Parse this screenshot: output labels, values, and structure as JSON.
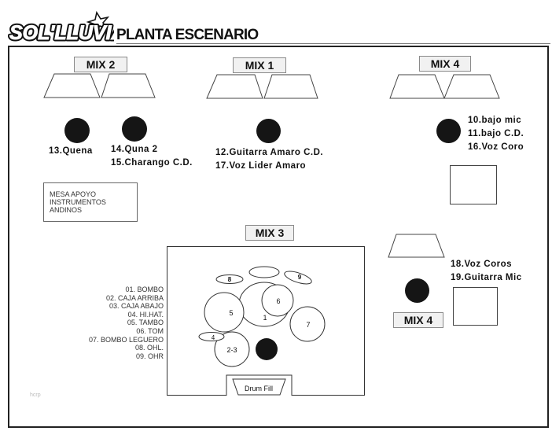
{
  "header": {
    "logo_text": "SOL'LLUVIA",
    "title": "PLANTA ESCENARIO"
  },
  "mix_labels": {
    "mix2": "MIX 2",
    "mix1": "MIX 1",
    "mix4_top": "MIX 4",
    "mix3": "MIX 3",
    "mix4_bottom": "MIX 4"
  },
  "stations": {
    "quena": "13.Quena",
    "quna2": "14.Quna 2",
    "charango": "15.Charango C.D.",
    "guitarra_amaro": "12.Guitarra Amaro C.D.",
    "voz_lider": "17.Voz Lider Amaro",
    "bajo_mic": "10.bajo mic",
    "bajo_cd": "11.bajo C.D.",
    "voz_coro": "16.Voz  Coro",
    "voz_coros": "18.Voz Coros",
    "guitarra_mic": "19.Guitarra  Mic"
  },
  "mesa_apoyo": [
    "MESA APOYO",
    "INSTRUMENTOS",
    "ANDINOS"
  ],
  "drum_channels": [
    "01. BOMBO",
    "02. CAJA ARRIBA",
    "03. CAJA ABAJO",
    "04. HI.HAT.",
    "05. TAMBO",
    "06. TOM",
    "07. BOMBO LEGUERO",
    "08. OHL.",
    "09. OHR"
  ],
  "drum_kit": {
    "labels": [
      "1",
      "2-3",
      "4",
      "5",
      "6",
      "7",
      "8",
      "9"
    ],
    "drum_fill": "Drum Fill"
  },
  "watermark": "hcrp",
  "colors": {
    "ink": "#151515",
    "label_bg": "#f1f1f1",
    "frame": "#222222"
  }
}
